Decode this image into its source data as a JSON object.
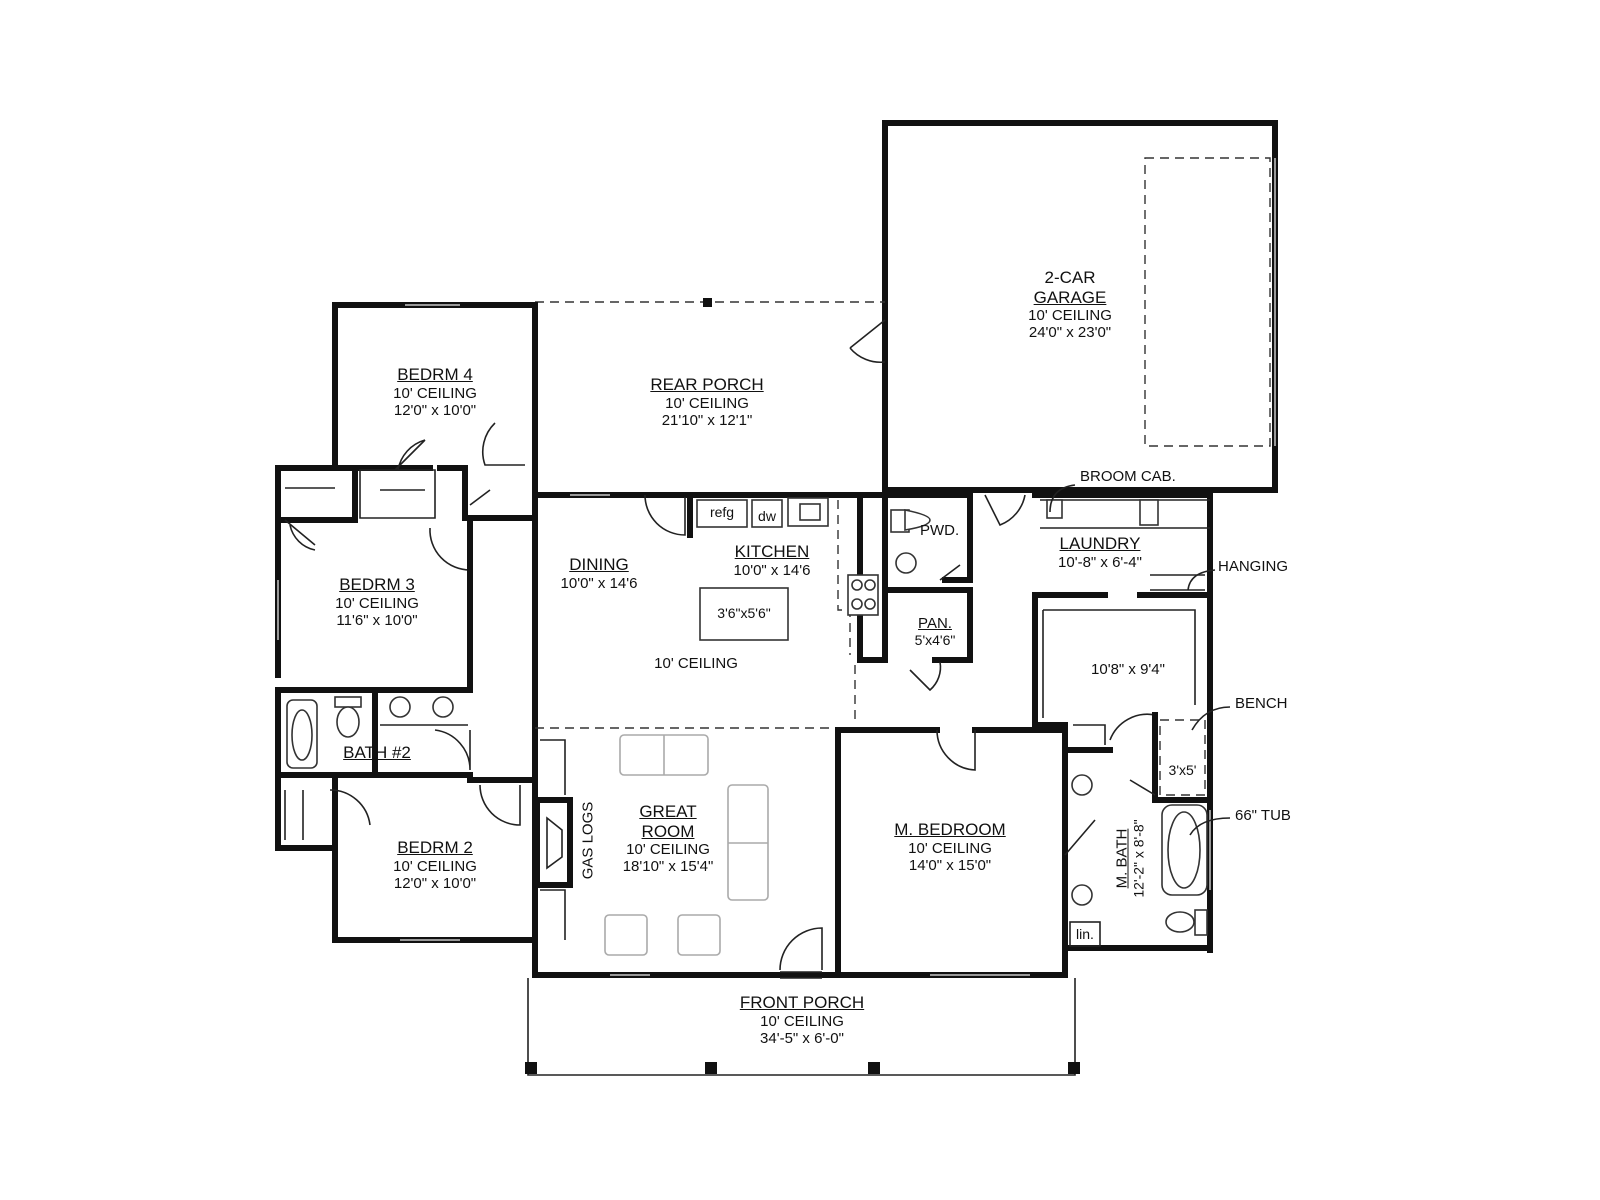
{
  "rooms": {
    "garage": {
      "name_1": "2-CAR",
      "name_2": "GARAGE",
      "ceiling": "10' CEILING",
      "size": "24'0\" x 23'0\""
    },
    "rear_porch": {
      "name": "REAR PORCH",
      "ceiling": "10' CEILING",
      "size": "21'10\" x 12'1\""
    },
    "bedroom4": {
      "name": "BEDRM 4",
      "ceiling": "10' CEILING",
      "size": "12'0\" x 10'0\""
    },
    "bedroom3": {
      "name": "BEDRM 3",
      "ceiling": "10' CEILING",
      "size": "11'6\" x 10'0\""
    },
    "bedroom2": {
      "name": "BEDRM 2",
      "ceiling": "10' CEILING",
      "size": "12'0\" x 10'0\""
    },
    "bath2": {
      "name": "BATH #2"
    },
    "dining": {
      "name": "DINING",
      "size": "10'0\" x 14'6"
    },
    "kitchen": {
      "name": "KITCHEN",
      "size": "10'0\" x 14'6",
      "ceiling": "10' CEILING",
      "island": "3'6\"x5'6\""
    },
    "great_room": {
      "name_1": "GREAT",
      "name_2": "ROOM",
      "ceiling": "10' CEILING",
      "size": "18'10\" x 15'4\"",
      "gas_logs": "GAS LOGS"
    },
    "master_bedroom": {
      "name": "M. BEDROOM",
      "ceiling": "10' CEILING",
      "size": "14'0\" x 15'0\""
    },
    "master_bath": {
      "name": "M. BATH",
      "size": "12'-2\" x 8'-8\""
    },
    "laundry": {
      "name": "LAUNDRY",
      "size": "10'-8\" x 6'-4\""
    },
    "closet": {
      "size": "10'8\" x 9'4\""
    },
    "powder": {
      "name": "PWD."
    },
    "pantry": {
      "name": "PAN.",
      "size": "5'x4'6\""
    },
    "front_porch": {
      "name": "FRONT PORCH",
      "ceiling": "10' CEILING",
      "size": "34'-5\" x 6'-0\""
    }
  },
  "fixtures": {
    "refrigerator": "refg",
    "dishwasher": "dw",
    "linen": "lin.",
    "shower": "3'x5'"
  },
  "callouts": {
    "broom_cab": "BROOM CAB.",
    "hanging": "HANGING",
    "bench": "BENCH",
    "tub": "66\" TUB"
  }
}
